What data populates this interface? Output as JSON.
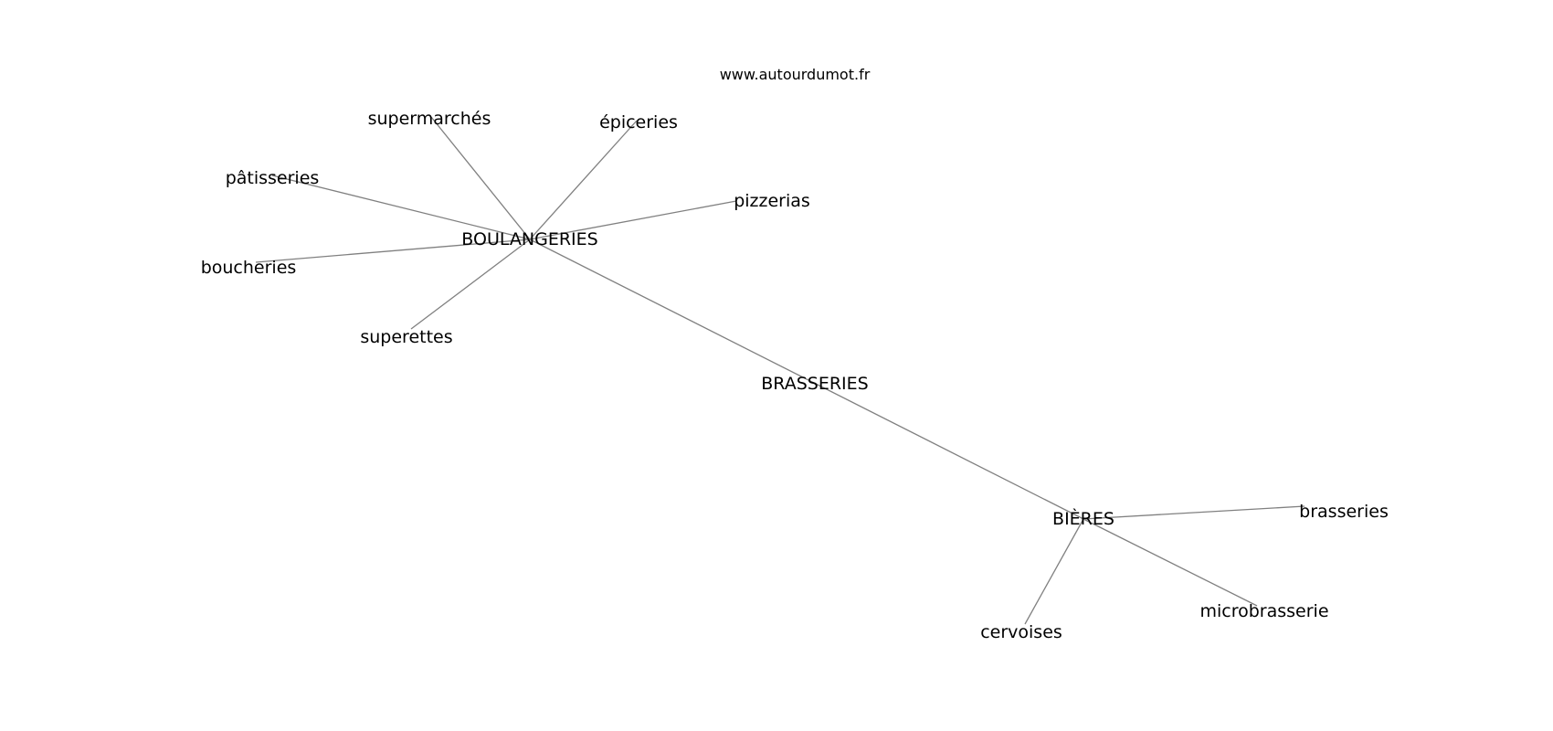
{
  "site_url": "www.autourdumot.fr",
  "colors": {
    "background": "#ffffff",
    "edge": "#808080",
    "text": "#000000"
  },
  "nodes": [
    {
      "id": "boulangeries",
      "label": "BOULANGERIES"
    },
    {
      "id": "brasseries_hub",
      "label": "BRASSERIES"
    },
    {
      "id": "bieres",
      "label": "BIÈRES"
    },
    {
      "id": "supermarches",
      "label": "supermarchés"
    },
    {
      "id": "epiceries",
      "label": "épiceries"
    },
    {
      "id": "patisseries",
      "label": "pâtisseries"
    },
    {
      "id": "pizzerias",
      "label": "pizzerias"
    },
    {
      "id": "boucheries",
      "label": "boucheries"
    },
    {
      "id": "superettes",
      "label": "superettes"
    },
    {
      "id": "brasseries",
      "label": "brasseries"
    },
    {
      "id": "microbrasserie",
      "label": "microbrasserie"
    },
    {
      "id": "cervoises",
      "label": "cervoises"
    }
  ],
  "edges": [
    {
      "from": "boulangeries",
      "to": "supermarches"
    },
    {
      "from": "boulangeries",
      "to": "epiceries"
    },
    {
      "from": "boulangeries",
      "to": "patisseries"
    },
    {
      "from": "boulangeries",
      "to": "pizzerias"
    },
    {
      "from": "boulangeries",
      "to": "boucheries"
    },
    {
      "from": "boulangeries",
      "to": "superettes"
    },
    {
      "from": "boulangeries",
      "to": "bieres"
    },
    {
      "from": "bieres",
      "to": "brasseries"
    },
    {
      "from": "bieres",
      "to": "microbrasserie"
    },
    {
      "from": "bieres",
      "to": "cervoises"
    }
  ]
}
